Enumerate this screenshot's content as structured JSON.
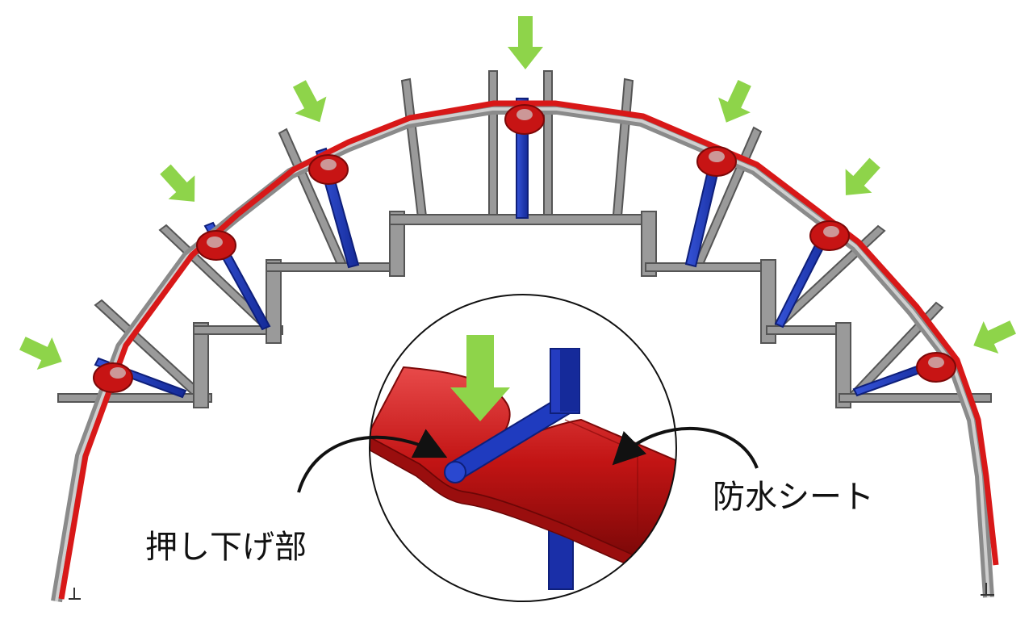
{
  "labels": {
    "push_down": "押し下げ部",
    "waterproof_sheet": "防水シート"
  },
  "colors": {
    "steel": "#9a9a9a",
    "steel_edge": "#555555",
    "sheet": "#d81818",
    "sheet_dark": "#8c0a0a",
    "pusher": "#1f3bbf",
    "pusher_dark": "#0e1f7a",
    "arrow": "#8ed44a",
    "outline": "#111111"
  },
  "icons": {
    "load_arrow": "green-down-arrow",
    "callout_arrow": "curved-black-arrow"
  }
}
